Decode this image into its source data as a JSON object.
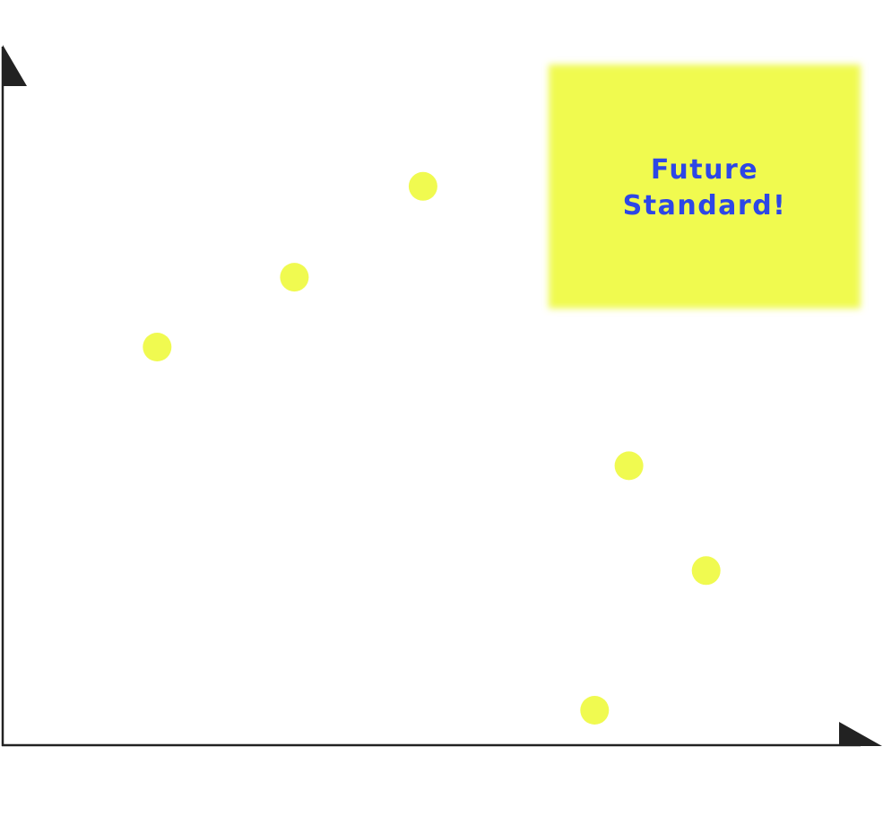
{
  "colors": {
    "axis": "#222222",
    "point": "#f0fa50",
    "callout_bg": "#f0fa50",
    "callout_text": "#2d46e6",
    "background": "#ffffff"
  },
  "callout": {
    "line1": "Future",
    "line2": "Standard!"
  },
  "chart_data": {
    "type": "scatter",
    "title": "",
    "xlabel": "",
    "ylabel": "",
    "xlim": [
      0,
      100
    ],
    "ylim": [
      0,
      100
    ],
    "grid": false,
    "points": [
      {
        "x": 18,
        "y": 57
      },
      {
        "x": 34,
        "y": 67
      },
      {
        "x": 49,
        "y": 80
      },
      {
        "x": 73,
        "y": 40
      },
      {
        "x": 82,
        "y": 25
      },
      {
        "x": 69,
        "y": 5
      }
    ]
  }
}
